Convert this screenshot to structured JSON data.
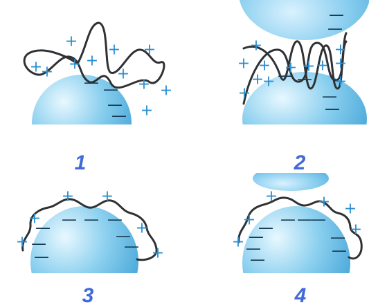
{
  "figure": {
    "background": "#ffffff",
    "sphere_colors": {
      "highlight": "#e8f8ff",
      "mid": "#8cd0ef",
      "edge": "#3a9fd4",
      "rim": "#2b8cc2"
    },
    "plus_color": "#2a8fd0",
    "minus_color": "#17384f",
    "curve_color": "#2f3134",
    "label_color": "#3f6ad8",
    "signs": {
      "plus": "+",
      "minus": "—"
    },
    "panels": [
      {
        "label": "1"
      },
      {
        "label": "2"
      },
      {
        "label": "3"
      },
      {
        "label": "4"
      }
    ]
  }
}
